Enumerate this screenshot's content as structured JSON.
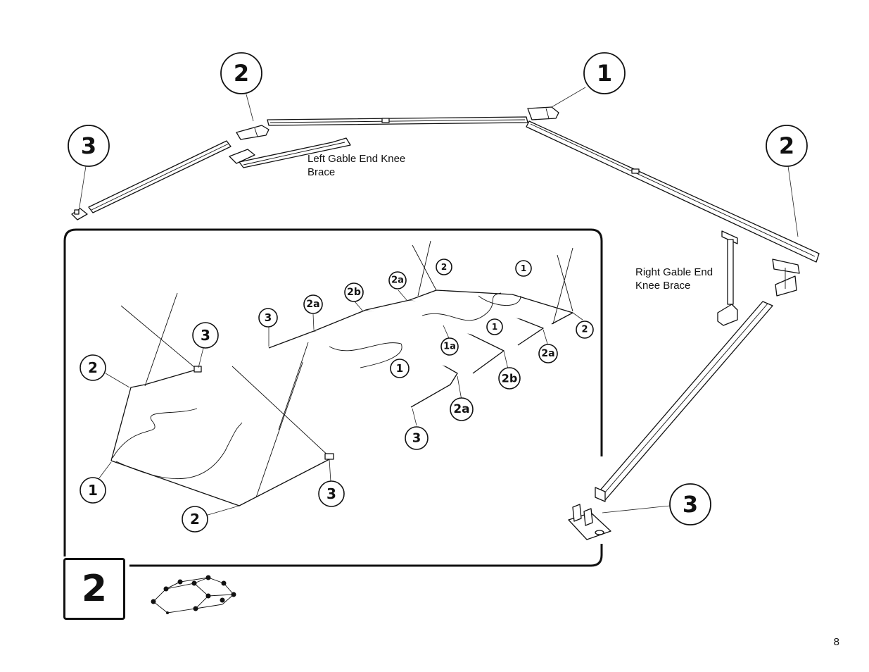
{
  "labels": {
    "left_knee_brace": "Left Gable End Knee\nBrace",
    "right_knee_brace": "Right Gable End\nKnee Brace"
  },
  "callouts": {
    "top_left_2": "2",
    "top_right_1": "1",
    "left_3": "3",
    "right_2": "2",
    "bottom_right_3": "3"
  },
  "inset_callouts": {
    "left_2": "2",
    "left_3": "3",
    "left_1": "1",
    "bottom_2": "2",
    "bottom_3": "3",
    "row_3_left": "3",
    "row_2a_1": "2a",
    "row_2b_1": "2b",
    "row_2a_2": "2a",
    "row_2_top": "2",
    "row_1_top": "1",
    "row_1_mid": "1",
    "row_1a": "1a",
    "row_1_low": "1",
    "row_2_right": "2",
    "row_2a_right": "2a",
    "row_2b_right": "2b",
    "row_2a_bottom": "2a",
    "row_3_bottom": "3"
  },
  "step": {
    "number": "2"
  },
  "page": {
    "number": "8"
  }
}
